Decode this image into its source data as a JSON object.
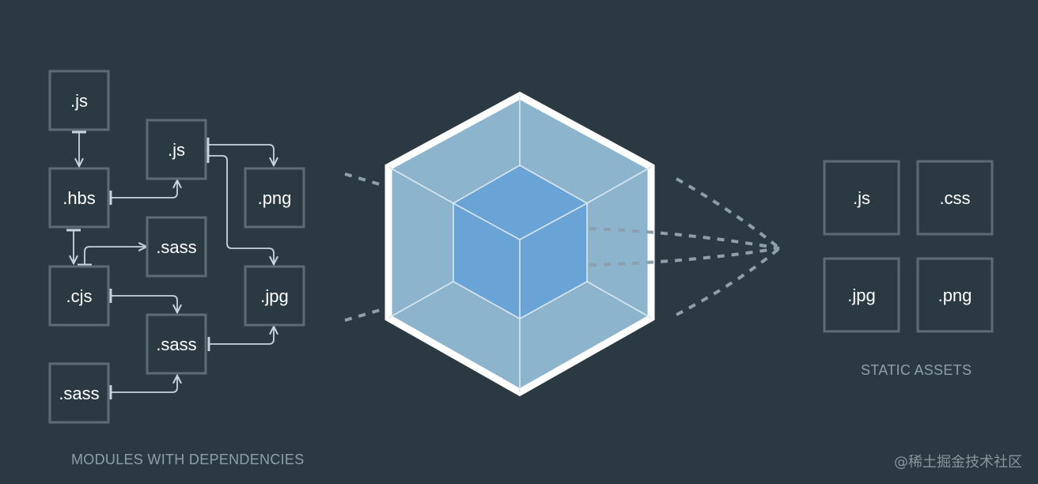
{
  "colors": {
    "background": "#2b3a42",
    "box_stroke": "#5c6c75",
    "connector": "#c5d6e0",
    "cube_outer": "#ffffff",
    "cube_face": "#8db4cd",
    "cube_inner": "#6aa3d6",
    "dashes": "#8d9fab",
    "caption": "#8d9fab"
  },
  "modules": {
    "caption": "MODULES WITH DEPENDENCIES",
    "boxes": [
      {
        "id": "js1",
        "label": ".js"
      },
      {
        "id": "js2",
        "label": ".js"
      },
      {
        "id": "hbs",
        "label": ".hbs"
      },
      {
        "id": "png",
        "label": ".png"
      },
      {
        "id": "sass1",
        "label": ".sass"
      },
      {
        "id": "cjs",
        "label": ".cjs"
      },
      {
        "id": "jpg",
        "label": ".jpg"
      },
      {
        "id": "sass2",
        "label": ".sass"
      },
      {
        "id": "sass3",
        "label": ".sass"
      }
    ]
  },
  "assets": {
    "caption": "STATIC ASSETS",
    "boxes": [
      {
        "id": "out-js",
        "label": ".js"
      },
      {
        "id": "out-css",
        "label": ".css"
      },
      {
        "id": "out-jpg",
        "label": ".jpg"
      },
      {
        "id": "out-png",
        "label": ".png"
      }
    ]
  },
  "bundler": {
    "icon": "webpack-cube-icon"
  },
  "watermark": "@稀土掘金技术社区"
}
